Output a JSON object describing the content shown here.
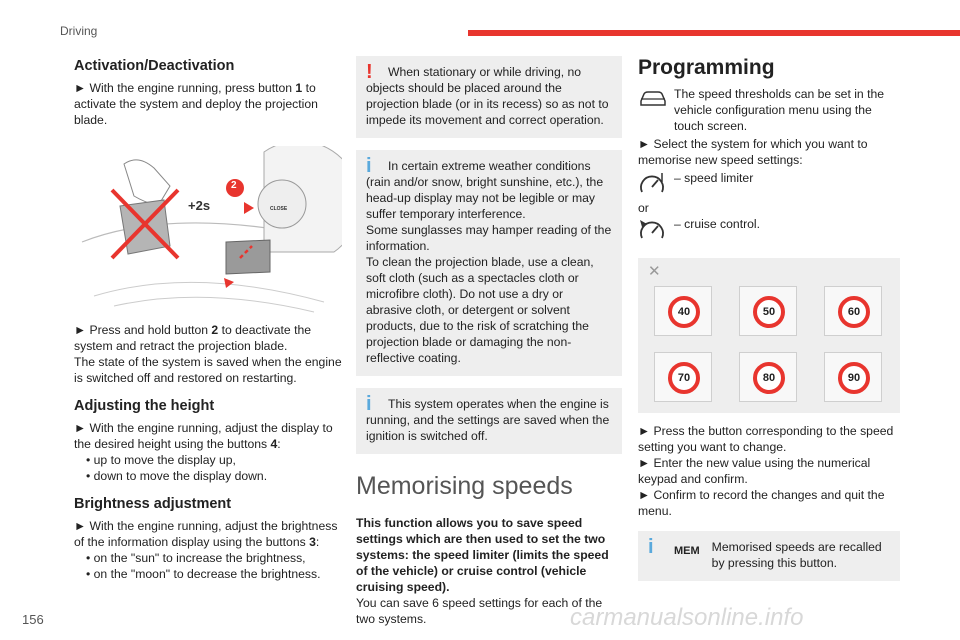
{
  "header": {
    "section": "Driving"
  },
  "page_number": "156",
  "footer": {
    "watermark": "carmanualsonline.info"
  },
  "col1": {
    "activation": {
      "title": "Activation/Deactivation",
      "p1_a": "► With the engine running, press button ",
      "p1_num": "1",
      "p1_b": " to activate the system and deploy the projection blade."
    },
    "illustration": {
      "label_2": "2",
      "label_2s": "+2s",
      "label_close": "CLOSE"
    },
    "deactivate": {
      "p_a": "► Press and hold button ",
      "p_num": "2",
      "p_b": " to deactivate the system and retract the projection blade.",
      "p2": "The state of the system is saved when the engine is switched off and restored on restarting."
    },
    "height": {
      "title": "Adjusting the height",
      "p_a": "► With the engine running, adjust the display to the desired height using the buttons ",
      "p_num": "4",
      "p_b": ":",
      "items": [
        "up to move the display up,",
        "down to move the display down."
      ]
    },
    "brightness": {
      "title": "Brightness adjustment",
      "p_a": "► With the engine running, adjust the brightness of the information display using the buttons ",
      "p_num": "3",
      "p_b": ":",
      "items": [
        "on the \"sun\" to increase the brightness,",
        "on the \"moon\" to decrease the brightness."
      ]
    }
  },
  "col2": {
    "warning": {
      "mark": "!",
      "text": "When stationary or while driving, no objects should be placed around the projection blade (or in its recess) so as not to impede its movement and correct operation."
    },
    "info1": {
      "mark": "i",
      "lines": [
        "In certain extreme weather conditions (rain and/or snow, bright sunshine, etc.), the head-up display may not be legible or may suffer temporary interference.",
        "Some sunglasses may hamper reading of the information.",
        "To clean the projection blade, use a clean, soft cloth (such as a spectacles cloth or microfibre cloth). Do not use a dry or abrasive cloth, or detergent or solvent products, due to the risk of scratching the projection blade or damaging the non-reflective coating."
      ]
    },
    "info2": {
      "mark": "i",
      "text": "This system operates when the engine is running, and the settings are saved when the ignition is switched off."
    },
    "memorising": {
      "title": "Memorising speeds",
      "bold": "This function allows you to save speed settings which are then used to set the two systems: the speed limiter (limits the speed of the vehicle) or cruise control (vehicle cruising speed).",
      "text": "You can save 6 speed settings for each of the two systems."
    }
  },
  "col3": {
    "programming": {
      "title": "Programming",
      "p1": "The speed thresholds can be set in the vehicle configuration menu using the touch screen.",
      "p2": "► Select the system for which you want to memorise new speed settings:",
      "opt1": "– speed limiter",
      "or": "or",
      "opt2": "– cruise control."
    },
    "speed_grid": {
      "close": "✕",
      "speeds": [
        "40",
        "50",
        "60",
        "70",
        "80",
        "90"
      ]
    },
    "steps": [
      "► Press the button corresponding to the speed setting you want to change.",
      "► Enter the new value using the numerical keypad and confirm.",
      "► Confirm to record the changes and quit the menu."
    ],
    "mem_note": {
      "mark": "i",
      "label": "MEM",
      "text": "Memorised speeds are recalled by pressing this button."
    }
  },
  "colors": {
    "accent_red": "#e8352e",
    "info_blue": "#5aa9dc",
    "box_grey": "#eeeeee"
  }
}
